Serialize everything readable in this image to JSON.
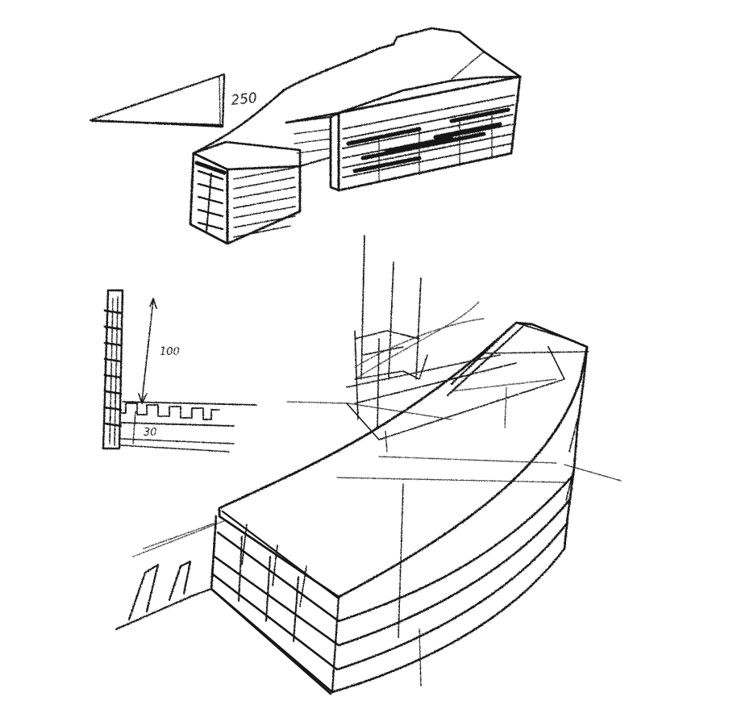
{
  "sketch": {
    "annotations": {
      "height_top": "250",
      "height_left": "100",
      "depth_left": "30"
    },
    "colors": {
      "paper": "#ffffff",
      "ink": "#161616"
    }
  }
}
